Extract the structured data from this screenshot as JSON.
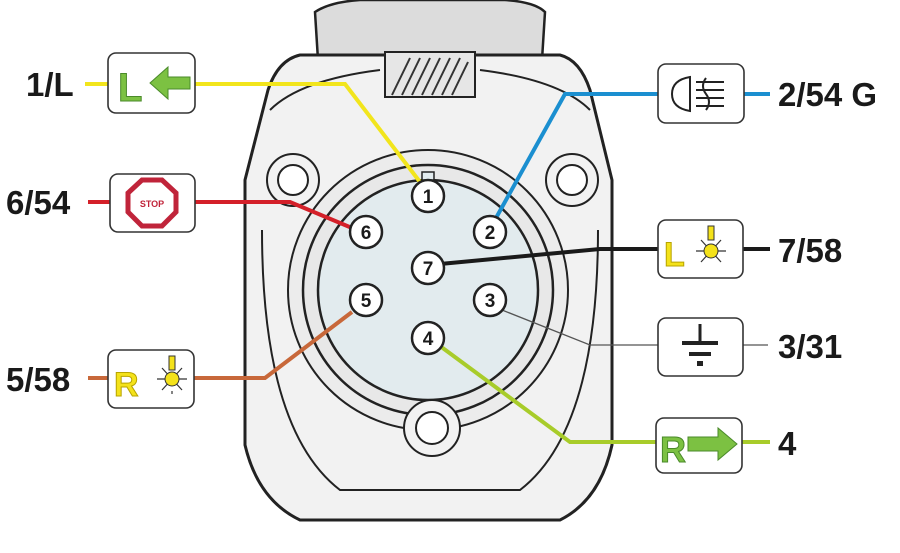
{
  "title": "7-pin trailer socket wiring diagram",
  "pins": [
    {
      "number": "1",
      "label": "1/L",
      "function": "left-turn-indicator",
      "icon_letter": "L",
      "wire_color": "#f2e51c"
    },
    {
      "number": "2",
      "label": "2/54 G",
      "function": "fog-light",
      "wire_color": "#1b8fd0"
    },
    {
      "number": "3",
      "label": "3/31",
      "function": "ground",
      "wire_color": "#555555"
    },
    {
      "number": "4",
      "label": "4",
      "function": "right-turn-indicator",
      "icon_letter": "R",
      "wire_color": "#a8cc2a"
    },
    {
      "number": "5",
      "label": "5/58",
      "function": "right-tail-light",
      "icon_letter": "R",
      "wire_color": "#c8683a"
    },
    {
      "number": "6",
      "label": "6/54",
      "function": "brake-light",
      "icon_text": "STOP",
      "wire_color": "#d42029"
    },
    {
      "number": "7",
      "label": "7/58",
      "function": "left-tail-light",
      "icon_letter": "L",
      "wire_color": "#1a1a1a"
    }
  ]
}
